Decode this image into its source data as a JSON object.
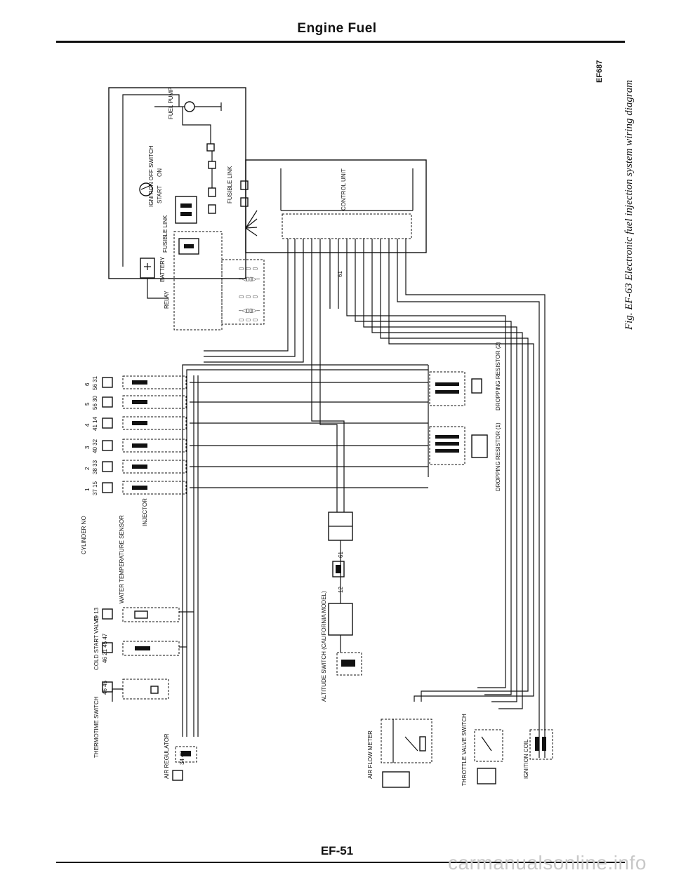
{
  "header": {
    "title": "Engine Fuel"
  },
  "footer": {
    "page_number": "EF-51",
    "watermark": "carmanualsonline.info"
  },
  "figure": {
    "code": "EF687",
    "caption": "Fig. EF-63 Electronic fuel injection system wiring diagram"
  },
  "labels": {
    "fuel_pump": "FUEL PUMP",
    "ignition_switch": "IGNITION OFF SWITCH",
    "ignition_on": "ON",
    "ignition_start": "START",
    "fusible_link_1": "FUSIBLE LINK",
    "fusible_link_2": "FUSIBLE LINK",
    "battery": "BATTERY",
    "relay": "RELAY",
    "control_unit": "CONTROL UNIT",
    "cylinder_no": "CYLINDER NO",
    "injector": "INJECTOR",
    "water_temp_sensor": "WATER TEMPERATURE SENSOR",
    "cold_start_valve": "COLD START VALVE",
    "thermotime_switch": "THERMOTIME SWITCH",
    "air_regulator": "AIR REGULATOR",
    "altitude_switch": "ALTITUDE SWITCH (CALIFORNIA MODEL)",
    "air_flow_meter": "AIR FLOW METER",
    "throttle_valve_switch": "THROTTLE VALVE SWITCH",
    "ignition_coil": "IGNITION COIL",
    "dropping_resistor_1": "DROPPING RESISTOR (1)",
    "dropping_resistor_2": "DROPPING RESISTOR (2)"
  },
  "cylinders": [
    {
      "no": "1",
      "pins": "37 15"
    },
    {
      "no": "2",
      "pins": "38 33"
    },
    {
      "no": "3",
      "pins": "40 32"
    },
    {
      "no": "4",
      "pins": "41 14"
    },
    {
      "no": "5",
      "pins": "56 30"
    },
    {
      "no": "6",
      "pins": "56 31"
    }
  ],
  "terminals": {
    "altitude_12": "12",
    "altitude_61": "61",
    "relay_61": "61",
    "water_temp": "49 13",
    "cold_start": "46 21 45 47",
    "thermotime": "46 45",
    "air_regulator": "34 48"
  }
}
